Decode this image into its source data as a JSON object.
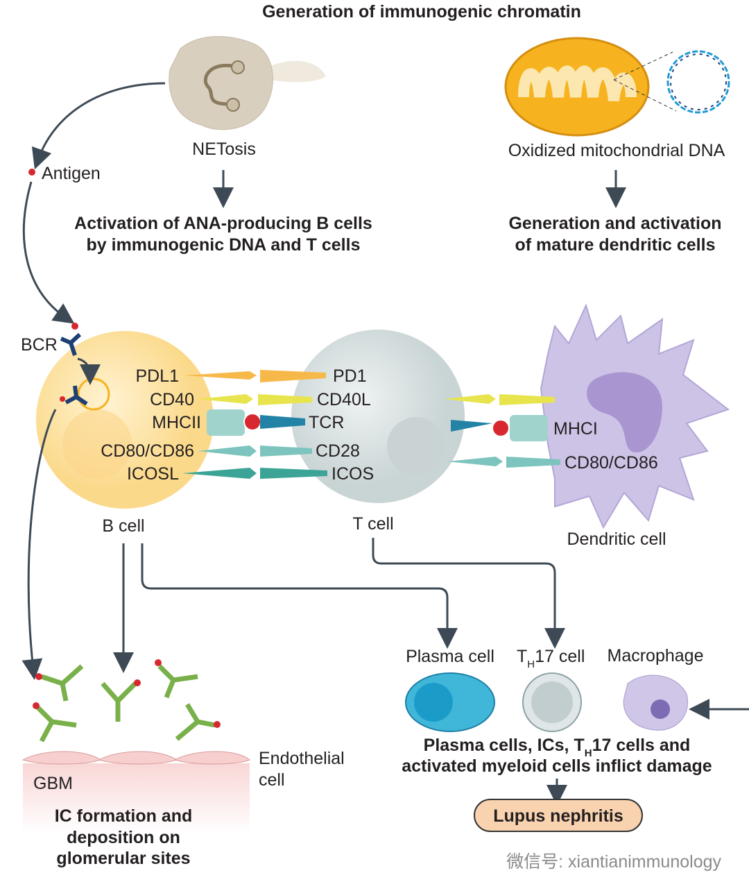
{
  "title": "Generation of immunogenic chromatin",
  "top_left": {
    "label": "NETosis",
    "antigen": "Antigen",
    "result_line1": "Activation of ANA-producing B cells",
    "result_line2": "by immunogenic DNA and T cells"
  },
  "top_right": {
    "label": "Oxidized mitochondrial DNA",
    "result_line1": "Generation and activation",
    "result_line2": "of mature dendritic cells"
  },
  "b_cell": {
    "name": "B cell",
    "bcr": "BCR",
    "receptors": [
      "PDL1",
      "CD40",
      "MHCII",
      "CD80/CD86",
      "ICOSL"
    ]
  },
  "t_cell": {
    "name": "T cell",
    "receptors": [
      "PD1",
      "CD40L",
      "TCR",
      "CD28",
      "ICOS"
    ]
  },
  "dendritic_cell": {
    "name": "Dendritic cell",
    "receptors": [
      "MHCI",
      "CD80/CD86"
    ]
  },
  "bottom_left": {
    "gbm": "GBM",
    "endothelial_line1": "Endothelial",
    "endothelial_line2": "cell",
    "result_line1": "IC formation and",
    "result_line2": "deposition on",
    "result_line3": "glomerular sites"
  },
  "bottom_right": {
    "plasma": "Plasma cell",
    "th17_prefix": "T",
    "th17_sub": "H",
    "th17_suffix": "17 cell",
    "macrophage": "Macrophage",
    "result_line1a": "Plasma cells, ICs, T",
    "result_line1b": "H",
    "result_line1c": "17 cells and",
    "result_line2": "activated myeloid cells inflict damage",
    "outcome": "Lupus nephritis"
  },
  "watermark": "微信号: xiantianimmunology",
  "colors": {
    "b_cell": "#fbd98a",
    "t_cell": "#d6dfe0",
    "dendritic": "#cdc3e6",
    "arrow": "#3d4a55",
    "antibody": "#79b04a",
    "antigen": "#d7282f",
    "outcome": "#f9d3b0"
  }
}
